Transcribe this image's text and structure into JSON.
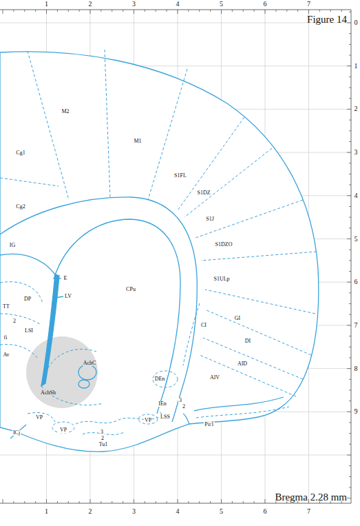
{
  "diagram": {
    "title": "Figure 14",
    "caption": "Bregma 2.28 mm",
    "labels": [
      "1",
      "2",
      "3",
      "4",
      "5",
      "6",
      "7",
      "0",
      "1",
      "2",
      "3",
      "4",
      "5",
      "6",
      "7",
      "8",
      "9",
      "1",
      "2",
      "3",
      "4",
      "5",
      "6",
      "7",
      "M2",
      "M1",
      "Cg1",
      "S1FL",
      "S1DZ",
      "S1J",
      "Cg2",
      "S1DZO",
      "IG",
      "S1ULp",
      "E",
      "LV",
      "DP",
      "TT",
      "CPu",
      "2",
      "LSI",
      "GI",
      "CI",
      "fi",
      "DI",
      "AID",
      "Av",
      "AIV",
      "AchC",
      "DEn",
      "AchSh",
      "IEn",
      "3",
      "2",
      "LSS",
      "Pir1",
      "VP",
      "VP",
      "ICj",
      "VP",
      "3",
      "2",
      "Tu1"
    ]
  }
}
